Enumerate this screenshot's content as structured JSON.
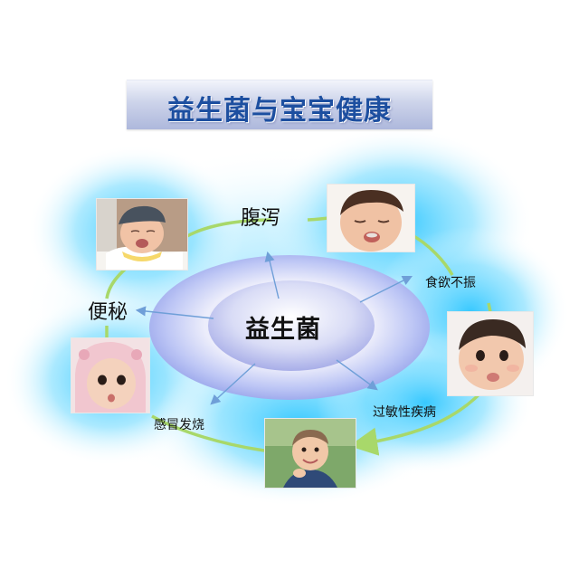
{
  "title": "益生菌与宝宝健康",
  "center": {
    "label": "益生菌"
  },
  "effects": [
    {
      "label": "腹泻"
    },
    {
      "label": "食欲不振"
    },
    {
      "label": "过敏性疾病"
    },
    {
      "label": "感冒发烧"
    },
    {
      "label": "便秘"
    }
  ],
  "photos": [
    {
      "subject": "baby-in-cap-yawning"
    },
    {
      "subject": "baby-crying"
    },
    {
      "subject": "baby-pouting"
    },
    {
      "subject": "toddler-smiling"
    },
    {
      "subject": "baby-in-pink-bonnet"
    }
  ],
  "colors": {
    "title_text": "#1d4fa0",
    "glow": "#2ec6ff",
    "ring": "#a9b4f2",
    "cycle_arrow": "#a8d86a",
    "pointer_arrow": "#6f9fd8"
  }
}
